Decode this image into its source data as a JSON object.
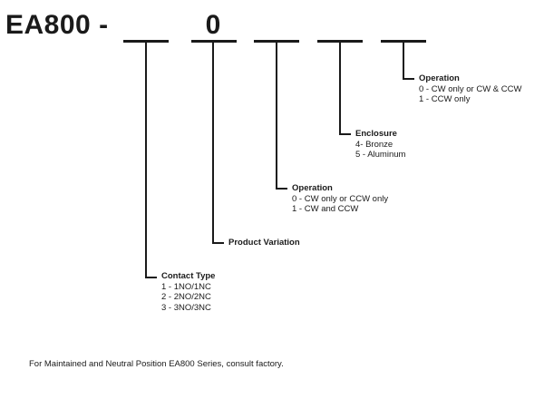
{
  "model_prefix": "EA800 -",
  "slots": [
    "",
    "0",
    "",
    "",
    ""
  ],
  "contact_type": {
    "heading": "Contact Type",
    "options": [
      "1 - 1NO/1NC",
      "2 - 2NO/2NC",
      "3 - 3NO/3NC"
    ]
  },
  "product_variation": {
    "heading": "Product Variation"
  },
  "operation_1": {
    "heading": "Operation",
    "options": [
      "0 - CW only or CCW only",
      "1 - CW and CCW"
    ]
  },
  "enclosure": {
    "heading": "Enclosure",
    "options": [
      "4- Bronze",
      "5 - Aluminum"
    ]
  },
  "operation_2": {
    "heading": "Operation",
    "options": [
      "0 - CW only or CW & CCW",
      "1 - CCW only"
    ]
  },
  "footer_note": "For Maintained and Neutral Position EA800 Series, consult factory."
}
